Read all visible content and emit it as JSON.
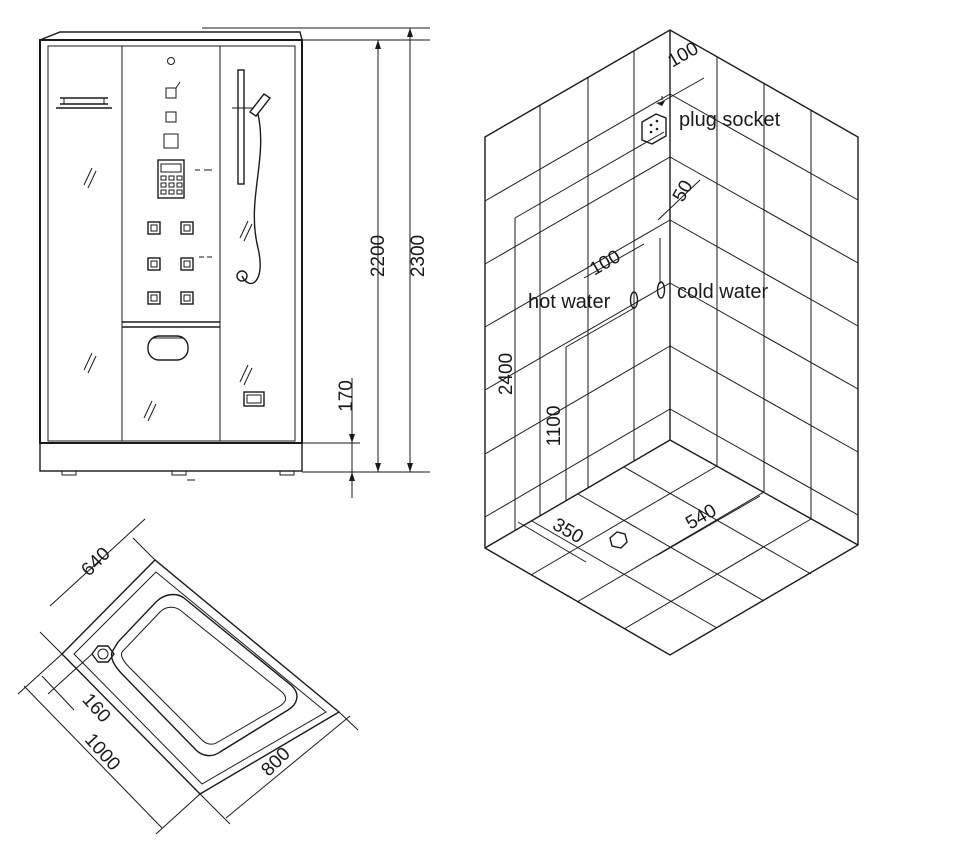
{
  "front_view": {
    "dim_overall_height": "2300",
    "dim_cabin_height": "2200",
    "dim_base_height": "170"
  },
  "room_view": {
    "label_plug_socket": "plug socket",
    "label_hot_water": "hot water",
    "label_cold_water": "cold water",
    "dim_socket_offset": "100",
    "dim_pipe_offset": "50",
    "dim_pipe_spacing": "100",
    "dim_socket_height": "2400",
    "dim_pipe_height": "1100",
    "dim_drain_x": "350",
    "dim_drain_y": "540"
  },
  "tray_view": {
    "dim_front_edge": "640",
    "dim_drain_offset": "160",
    "dim_long_side": "1000",
    "dim_short_side": "800"
  }
}
